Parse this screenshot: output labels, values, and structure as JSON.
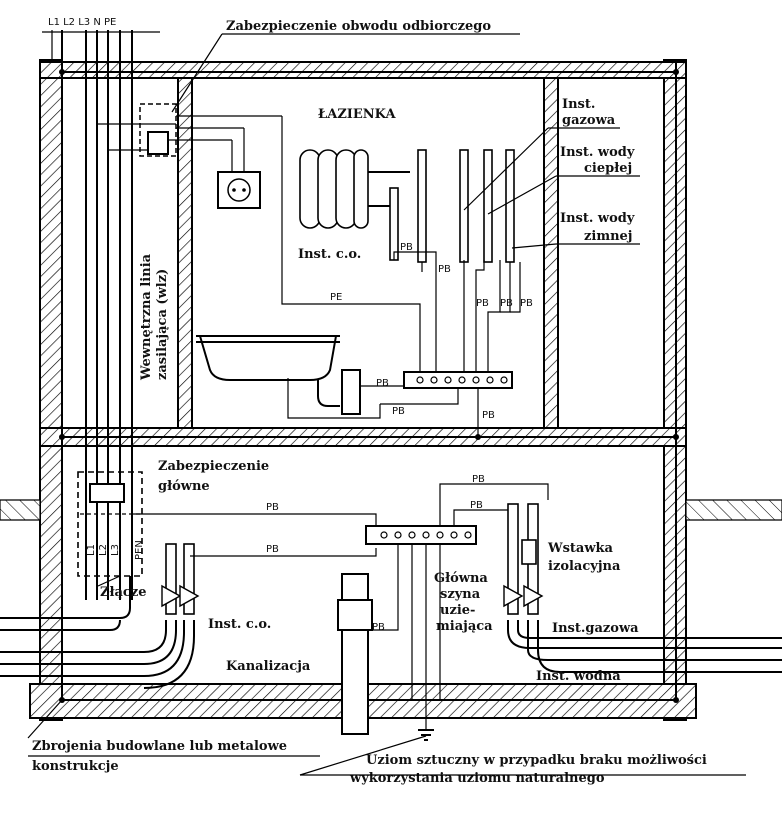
{
  "labels": {
    "supply_lines": "L1 L2 L3   N PE",
    "circuit_protection": "Zabezpieczenie obwodu odbiorczego",
    "bathroom": "ŁAZIENKA",
    "gas_inst_1": "Inst.",
    "gas_inst_2": "gazowa",
    "hot_water_1": "Inst. wody",
    "hot_water_2": "ciepłej",
    "cold_water_1": "Inst. wody",
    "cold_water_2": "zimnej",
    "heating_upper": "Inst. c.o.",
    "wlz_1": "Wewnętrzna linia",
    "wlz_2": "zasilająca (wlz)",
    "main_protection_1": "Zabezpieczenie",
    "main_protection_2": "główne",
    "connector": "Złącze",
    "l1": "L1",
    "l2": "L2",
    "l3": "L3",
    "pen": "PEN",
    "heating_lower": "Inst. c.o.",
    "sewer": "Kanalizacja",
    "main_bar_1": "Główna",
    "main_bar_2": "szyna",
    "main_bar_3": "uzie-",
    "main_bar_4": "miająca",
    "insulation_1": "Wstawka",
    "insulation_2": "izolacyjna",
    "gas_lower": "Inst.gazowa",
    "water_lower": "Inst. wodna",
    "reinforcement_1": "Zbrojenia budowlane lub metalowe",
    "reinforcement_2": "konstrukcje",
    "earth_1": "Uziom sztuczny w przypadku braku możliwości",
    "earth_2": "wykorzystania uziomu naturalnego"
  },
  "wire_tags": {
    "pe": "PE",
    "pb": "PB"
  }
}
